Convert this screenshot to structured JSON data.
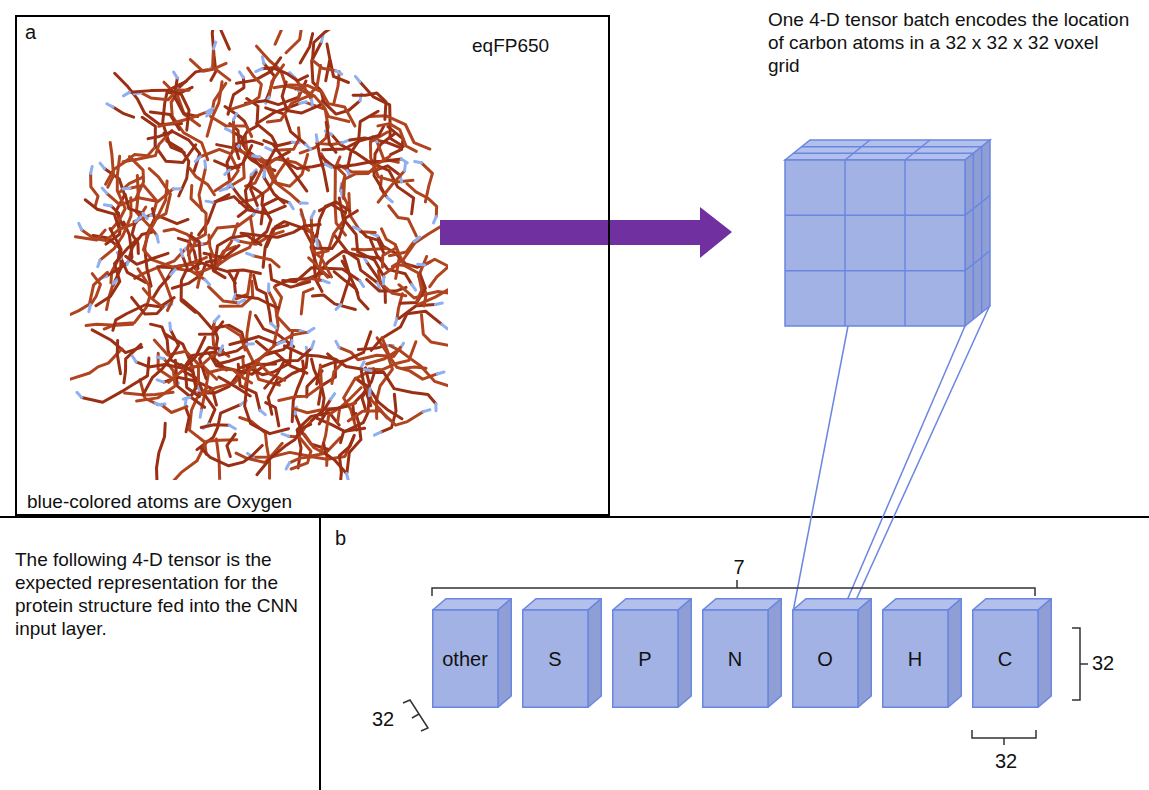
{
  "diagram": {
    "nodes": [
      {
        "text": [
          "a",
          "eqFP650",
          "blue-colored atoms are Oxygen"
        ]
      },
      {
        "text": [
          "other"
        ]
      },
      {
        "text": [
          "S"
        ]
      },
      {
        "text": [
          "P"
        ]
      },
      {
        "text": [
          "N"
        ]
      },
      {
        "text": [
          "O"
        ]
      },
      {
        "text": [
          "H"
        ]
      },
      {
        "text": [
          "C"
        ]
      }
    ],
    "labels": [
      "One 4-D tensor batch encodes the location of carbon atoms in a 32 x 32 x 32 voxel grid",
      "The following 4-D tensor is the expected representation for the protein structure fed into the CNN input layer.",
      "b",
      "7",
      "32",
      "32",
      "32"
    ]
  }
}
